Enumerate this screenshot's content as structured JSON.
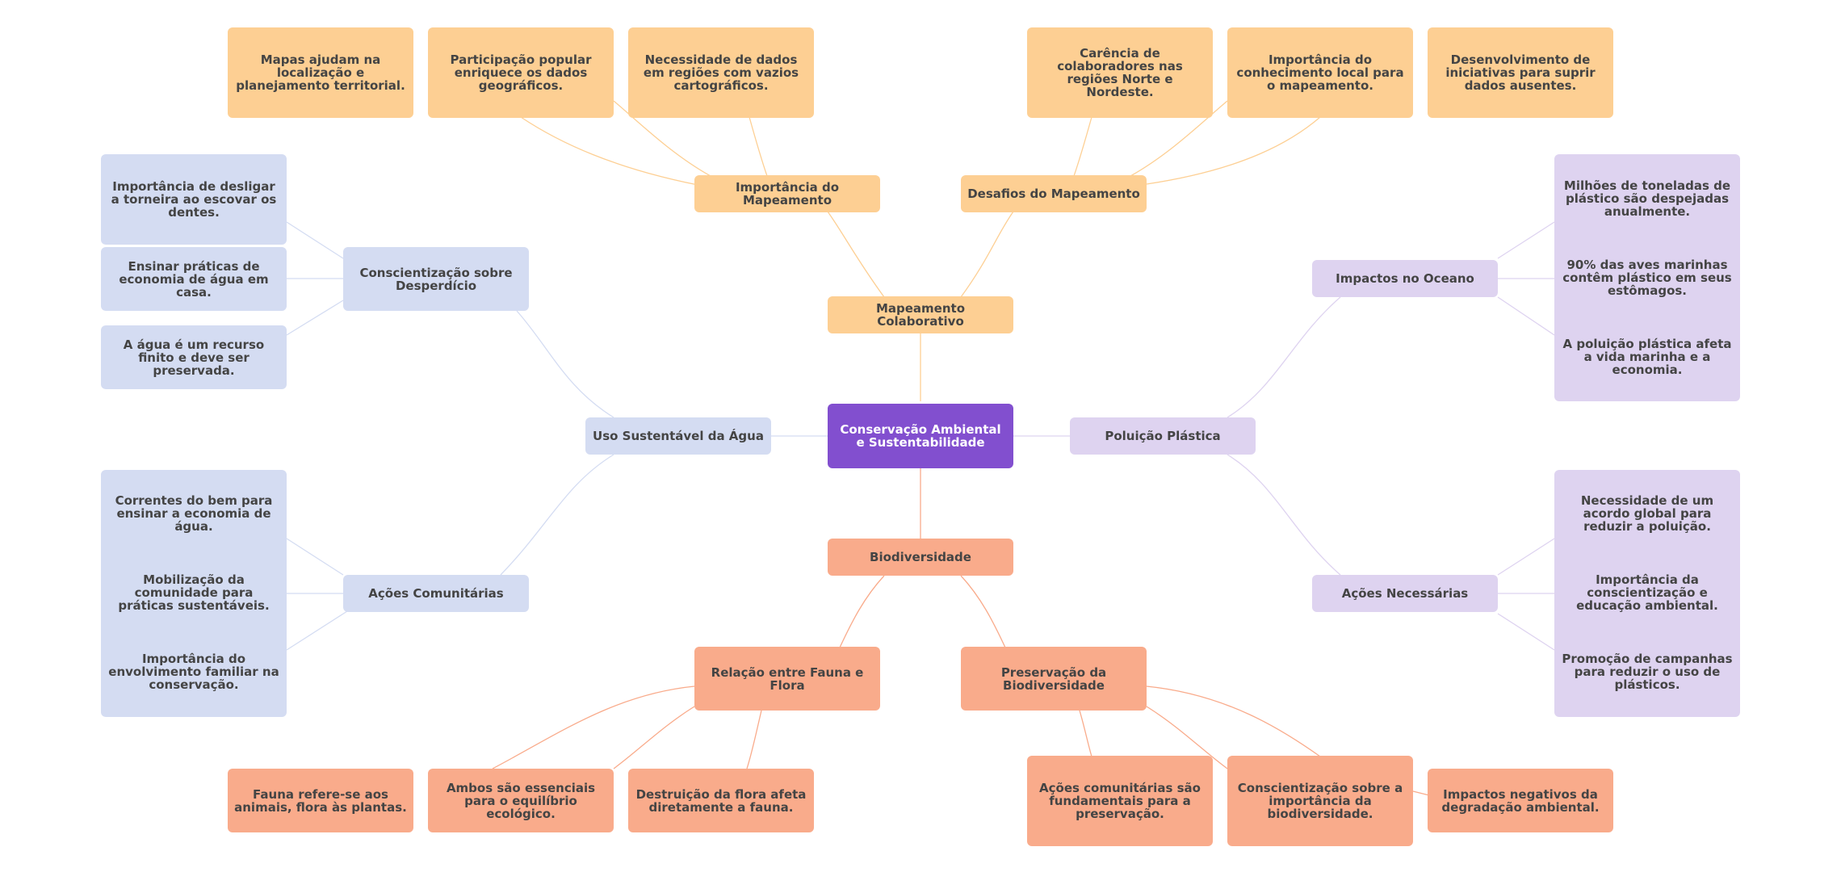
{
  "root": "Conservação Ambiental e Sustentabilidade",
  "colors": {
    "root": "#824fcf",
    "mapeamento": "#fdcf93",
    "biodiversidade": "#f9ab8b",
    "agua": "#d4dcf2",
    "plastico": "#ded3f0"
  },
  "mapeamento": {
    "label": "Mapeamento Colaborativo",
    "importancia": {
      "label": "Importância do Mapeamento",
      "items": [
        "Mapas ajudam na localização e planejamento territorial.",
        "Participação popular enriquece os dados geográficos.",
        "Necessidade de dados em regiões com vazios cartográficos."
      ]
    },
    "desafios": {
      "label": "Desafios do Mapeamento",
      "items": [
        "Carência de colaboradores nas regiões Norte e Nordeste.",
        "Importância do conhecimento local para o mapeamento.",
        "Desenvolvimento de iniciativas para suprir dados ausentes."
      ]
    }
  },
  "agua": {
    "label": "Uso Sustentável da Água",
    "conscientizacao": {
      "label": "Conscientização sobre Desperdício",
      "items": [
        "Importância de desligar a torneira ao escovar os dentes.",
        "Ensinar práticas de economia de água em casa.",
        "A água é um recurso finito e deve ser preservada."
      ]
    },
    "acoes": {
      "label": "Ações Comunitárias",
      "items": [
        "Correntes do bem para ensinar a economia de água.",
        "Mobilização da comunidade para práticas sustentáveis.",
        "Importância do envolvimento familiar na conservação."
      ]
    }
  },
  "plastico": {
    "label": "Poluição Plástica",
    "impactos": {
      "label": "Impactos no Oceano",
      "items": [
        "Milhões de toneladas de plástico são despejadas anualmente.",
        "90% das aves marinhas contêm plástico em seus estômagos.",
        "A poluição plástica afeta a vida marinha e a economia."
      ]
    },
    "acoes": {
      "label": "Ações Necessárias",
      "items": [
        "Necessidade de um acordo global para reduzir a poluição.",
        "Importância da conscientização e educação ambiental.",
        "Promoção de campanhas para reduzir o uso de plásticos."
      ]
    }
  },
  "biodiversidade": {
    "label": "Biodiversidade",
    "relacao": {
      "label": "Relação entre Fauna e Flora",
      "items": [
        "Fauna refere-se aos animais, flora às plantas.",
        "Ambos são essenciais para o equilíbrio ecológico.",
        "Destruição da flora afeta diretamente a fauna."
      ]
    },
    "preservacao": {
      "label": "Preservação da Biodiversidade",
      "items": [
        "Ações comunitárias são fundamentais para a preservação.",
        "Conscientização sobre a importância da biodiversidade.",
        "Impactos negativos da degradação ambiental."
      ]
    }
  }
}
